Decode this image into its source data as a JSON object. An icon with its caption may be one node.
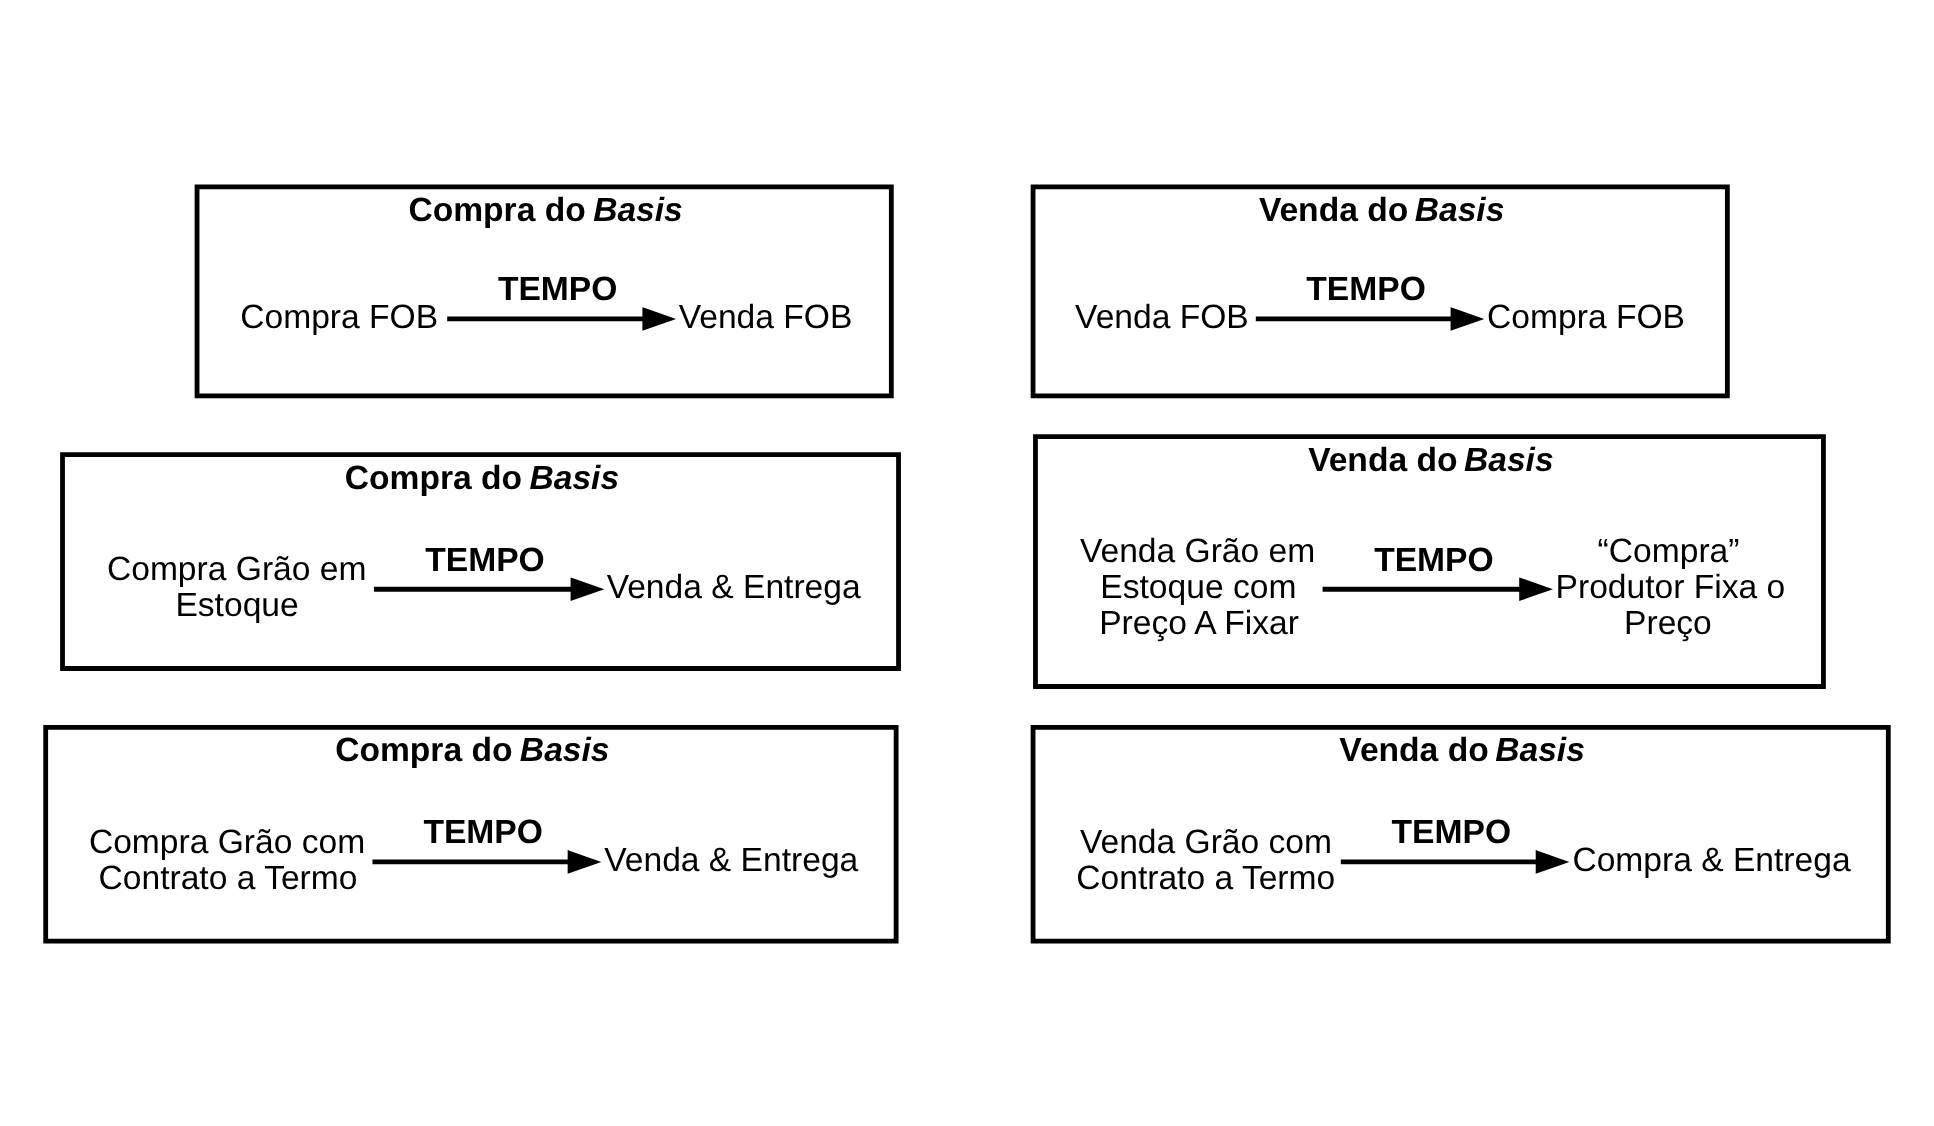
{
  "diagram": {
    "nodes": [
      {
        "text": [
          "Compra do *Basis*"
        ]
      },
      {
        "text": [
          "Compra FOB"
        ],
        "in": 0
      },
      {
        "text": [
          "Venda FOB"
        ],
        "in": 0
      },
      {
        "text": [
          "Venda do *Basis*"
        ]
      },
      {
        "text": [
          "Venda FOB"
        ],
        "in": 3
      },
      {
        "text": [
          "Compra FOB"
        ],
        "in": 3
      },
      {
        "text": [
          "Compra do *Basis*"
        ]
      },
      {
        "text": [
          "Compra Grão em Estoque"
        ],
        "in": 6
      },
      {
        "text": [
          "Venda & Entrega"
        ],
        "in": 6
      },
      {
        "text": [
          "Venda do *Basis*"
        ]
      },
      {
        "text": [
          "Venda Grão em Estoque com Preço A Fixar"
        ],
        "in": 9
      },
      {
        "text": [
          "“Compra” Produtor Fixa o Preço"
        ],
        "in": 9
      },
      {
        "text": [
          "Compra do *Basis*"
        ]
      },
      {
        "text": [
          "Compra Grão com Contrato a Termo"
        ],
        "in": 12
      },
      {
        "text": [
          "Venda & Entrega"
        ],
        "in": 12
      },
      {
        "text": [
          "Venda do *Basis*"
        ]
      },
      {
        "text": [
          "Venda Grão com Contrato a Termo"
        ],
        "in": 15
      },
      {
        "text": [
          "Compra & Entrega"
        ],
        "in": 15
      }
    ],
    "edges": [
      {
        "from": 1,
        "to": 2,
        "arrow": "to",
        "label": "TEMPO"
      },
      {
        "from": 4,
        "to": 5,
        "arrow": "to",
        "label": "TEMPO"
      },
      {
        "from": 7,
        "to": 8,
        "arrow": "to",
        "label": "TEMPO"
      },
      {
        "from": 10,
        "to": 11,
        "arrow": "to",
        "label": "TEMPO"
      },
      {
        "from": 13,
        "to": 14,
        "arrow": "to",
        "label": "TEMPO"
      },
      {
        "from": 16,
        "to": 17,
        "arrow": "to",
        "label": "TEMPO"
      }
    ]
  }
}
